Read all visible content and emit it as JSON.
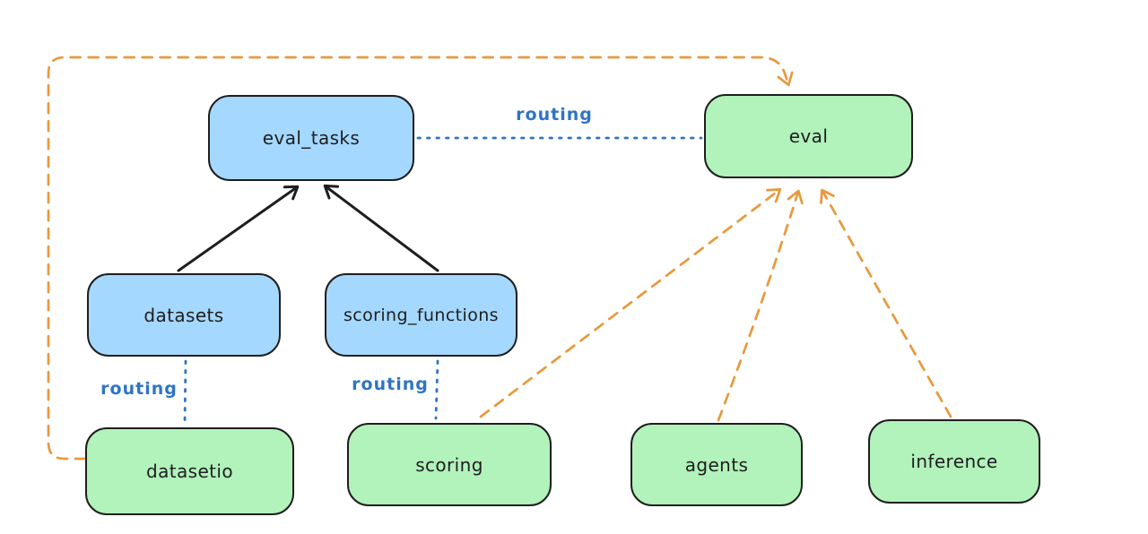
{
  "nodes": {
    "eval_tasks": {
      "label": "eval_tasks",
      "type": "api"
    },
    "datasets": {
      "label": "datasets",
      "type": "api"
    },
    "scoring_functions": {
      "label": "scoring_functions",
      "type": "api"
    },
    "eval": {
      "label": "eval",
      "type": "provider"
    },
    "datasetio": {
      "label": "datasetio",
      "type": "provider"
    },
    "scoring": {
      "label": "scoring",
      "type": "provider"
    },
    "agents": {
      "label": "agents",
      "type": "provider"
    },
    "inference": {
      "label": "inference",
      "type": "provider"
    }
  },
  "edge_labels": {
    "eval_tasks_to_eval": "routing",
    "datasets_to_datasetio": "routing",
    "scoring_functions_to_scoring": "routing"
  },
  "edges": [
    {
      "from": "datasets",
      "to": "eval_tasks",
      "style": "solid",
      "color": "black",
      "arrow": true
    },
    {
      "from": "scoring_functions",
      "to": "eval_tasks",
      "style": "solid",
      "color": "black",
      "arrow": true
    },
    {
      "from": "eval_tasks",
      "to": "eval",
      "style": "dotted",
      "color": "blue",
      "arrow": false,
      "label": "routing"
    },
    {
      "from": "datasets",
      "to": "datasetio",
      "style": "dotted",
      "color": "blue",
      "arrow": false,
      "label": "routing"
    },
    {
      "from": "scoring_functions",
      "to": "scoring",
      "style": "dotted",
      "color": "blue",
      "arrow": false,
      "label": "routing"
    },
    {
      "from": "datasetio",
      "to": "eval",
      "style": "dashed",
      "color": "orange",
      "arrow": true
    },
    {
      "from": "scoring",
      "to": "eval",
      "style": "dashed",
      "color": "orange",
      "arrow": true
    },
    {
      "from": "agents",
      "to": "eval",
      "style": "dashed",
      "color": "orange",
      "arrow": true
    },
    {
      "from": "inference",
      "to": "eval",
      "style": "dashed",
      "color": "orange",
      "arrow": true
    }
  ],
  "colors": {
    "background": "#ffffff",
    "ink": "#1e1e1e",
    "api_fill": "#a5d8ff",
    "provider_fill": "#b2f2bb",
    "routing_blue": "#2f74c5",
    "orange": "#e9983c"
  }
}
